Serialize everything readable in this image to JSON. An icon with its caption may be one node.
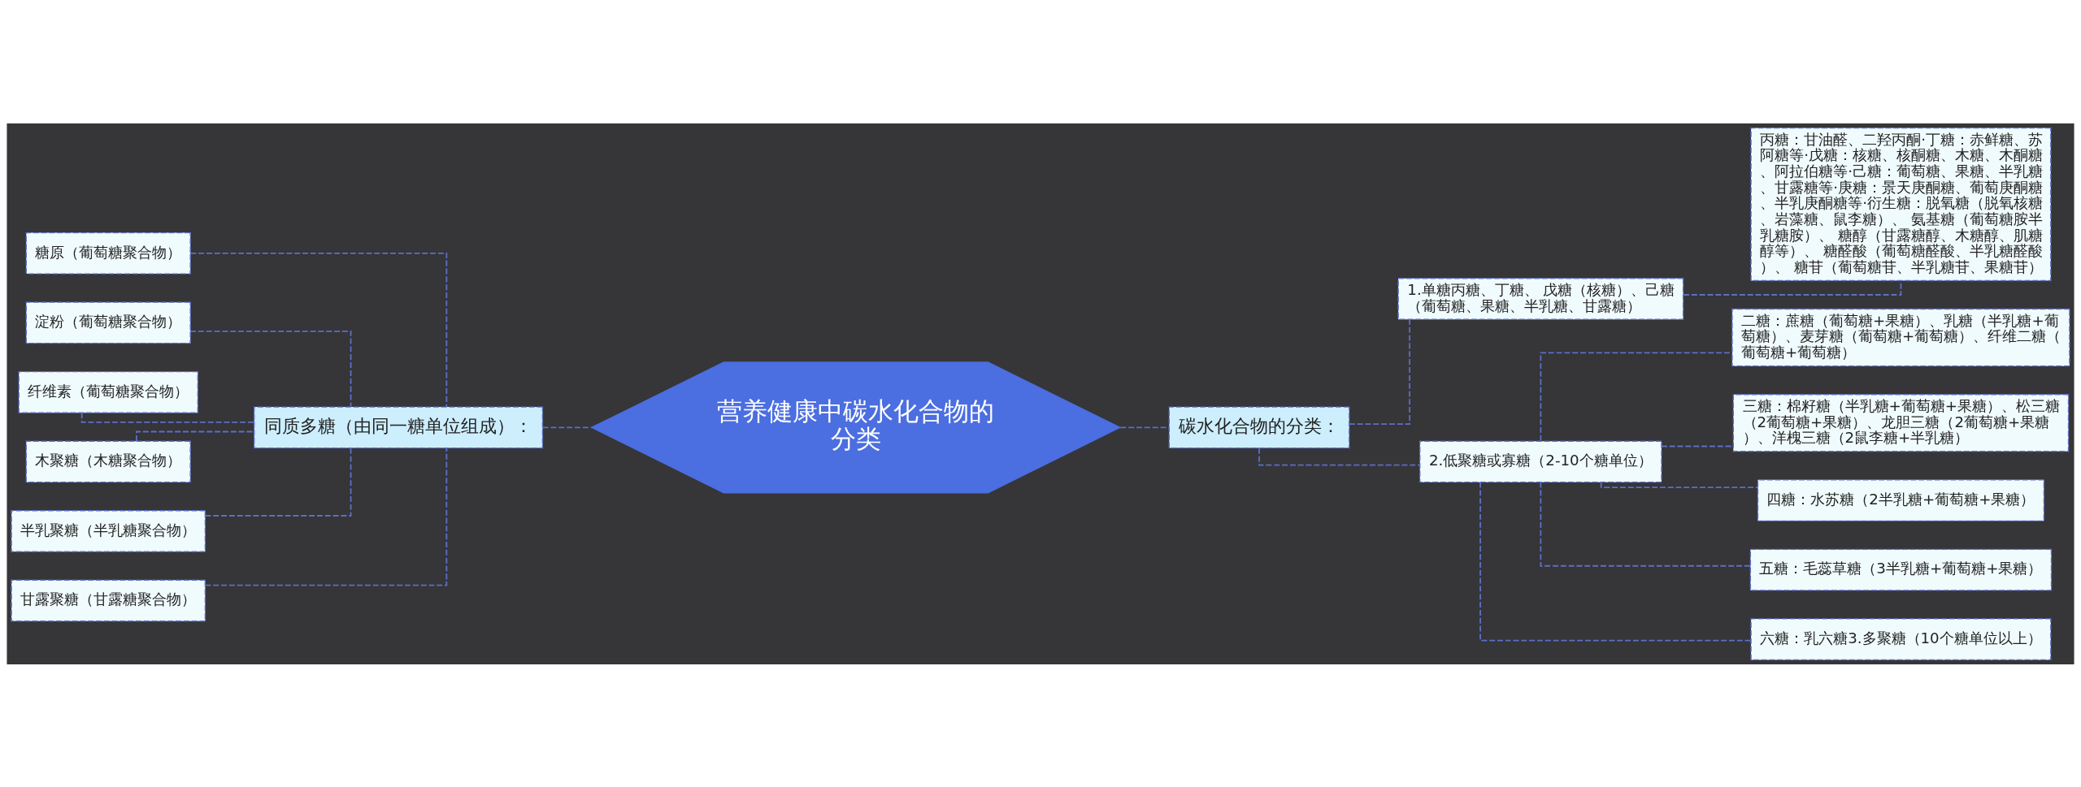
{
  "diagram": {
    "nodes": [
      {
        "text": [
          "营养健康中碳水化合物的分类"
        ]
      },
      {
        "text": [
          "碳水化合物的分类："
        ]
      },
      {
        "text": [
          "1.单糖丙糖、丁糖、 戊糖（核糖）、己糖（葡萄糖、果糖、半乳糖、甘露糖）"
        ]
      },
      {
        "text": [
          "丙糖：甘油醛、二羟丙酮·丁糖：赤鲜糖、苏阿糖等·戊糖：核糖、核酮糖、木糖、木酮糖、阿拉伯糖等·己糖：葡萄糖、果糖、半乳糖、甘露糖等·庚糖：景天庚酮糖、葡萄庚酮糖、半乳庚酮糖等·衍生糖：脱氧糖（脱氧核糖、岩藻糖、鼠李糖）、 氨基糖（葡萄糖胺半乳糖胺）、 糖醇（甘露糖醇、木糖醇、肌糖醇等）、 糖醛酸（葡萄糖醛酸、半乳糖醛酸）、 糖苷（葡萄糖苷、半乳糖苷、果糖苷）"
        ]
      },
      {
        "text": [
          "2.低聚糖或寡糖（2-10个糖单位）"
        ]
      },
      {
        "text": [
          "二糖：蔗糖（葡萄糖+果糖）、乳糖（半乳糖+葡萄糖）、麦芽糖（葡萄糖+葡萄糖）、纤维二糖（葡萄糖+葡萄糖）"
        ]
      },
      {
        "text": [
          "三糖：棉籽糖（半乳糖+葡萄糖+果糖）、松三糖（2葡萄糖+果糖）、龙胆三糖（2葡萄糖+果糖）、洋槐三糖（2鼠李糖+半乳糖）"
        ]
      },
      {
        "text": [
          "四糖：水苏糖（2半乳糖+葡萄糖+果糖）"
        ]
      },
      {
        "text": [
          "五糖：毛蕊草糖（3半乳糖+葡萄糖+果糖）"
        ]
      },
      {
        "text": [
          "六糖：乳六糖3.多聚糖（10个糖单位以上）"
        ]
      },
      {
        "text": [
          "同质多糖（由同一糖单位组成）："
        ]
      },
      {
        "text": [
          "糖原（葡萄糖聚合物）"
        ]
      },
      {
        "text": [
          "淀粉（葡萄糖聚合物）"
        ]
      },
      {
        "text": [
          "纤维素（葡萄糖聚合物）"
        ]
      },
      {
        "text": [
          "木聚糖（木糖聚合物）"
        ]
      },
      {
        "text": [
          "半乳聚糖（半乳糖聚合物）"
        ]
      },
      {
        "text": [
          "甘露聚糖（甘露糖聚合物）"
        ]
      }
    ],
    "edges": [
      {
        "from": 0,
        "to": 1,
        "arrow": "none"
      },
      {
        "from": 1,
        "to": 2,
        "arrow": "none"
      },
      {
        "from": 2,
        "to": 3,
        "arrow": "none"
      },
      {
        "from": 1,
        "to": 4,
        "arrow": "none"
      },
      {
        "from": 4,
        "to": 5,
        "arrow": "none"
      },
      {
        "from": 4,
        "to": 6,
        "arrow": "none"
      },
      {
        "from": 4,
        "to": 7,
        "arrow": "none"
      },
      {
        "from": 4,
        "to": 8,
        "arrow": "none"
      },
      {
        "from": 4,
        "to": 9,
        "arrow": "none"
      },
      {
        "from": 0,
        "to": 10,
        "arrow": "none"
      },
      {
        "from": 10,
        "to": 11,
        "arrow": "none"
      },
      {
        "from": 10,
        "to": 12,
        "arrow": "none"
      },
      {
        "from": 10,
        "to": 13,
        "arrow": "none"
      },
      {
        "from": 10,
        "to": 14,
        "arrow": "none"
      },
      {
        "from": 10,
        "to": 15,
        "arrow": "none"
      },
      {
        "from": 10,
        "to": 16,
        "arrow": "none"
      }
    ]
  }
}
